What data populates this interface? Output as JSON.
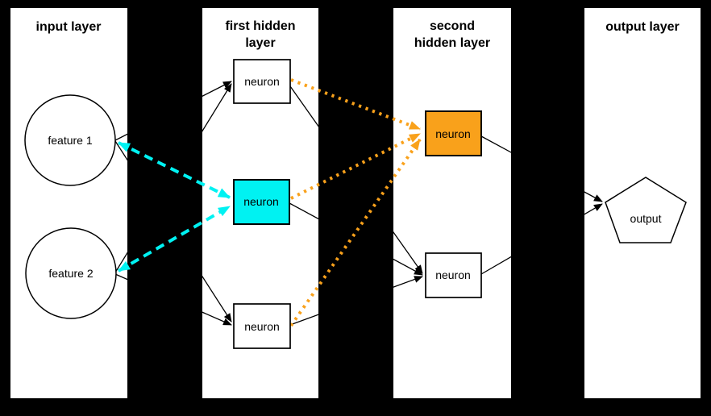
{
  "diagram_type": "neural-network-architecture",
  "colors": {
    "background": "#000000",
    "panel": "#FFFFFF",
    "edge": "#000000",
    "node_border": "#000000",
    "highlight_cyan": "#00F2F2",
    "highlight_orange": "#F9A11B"
  },
  "layers": [
    {
      "id": "input",
      "title_lines": [
        "input layer"
      ]
    },
    {
      "id": "first-hidden",
      "title_lines": [
        "first hidden",
        "layer"
      ]
    },
    {
      "id": "second-hidden",
      "title_lines": [
        "second",
        "hidden layer"
      ]
    },
    {
      "id": "output",
      "title_lines": [
        "output layer"
      ]
    }
  ],
  "nodes": {
    "feature1": {
      "label": "feature 1",
      "shape": "circle",
      "layer": "input"
    },
    "feature2": {
      "label": "feature 2",
      "shape": "circle",
      "layer": "input"
    },
    "hidden1_top": {
      "label": "neuron",
      "shape": "rect",
      "layer": "first-hidden"
    },
    "hidden1_selected": {
      "label": "neuron",
      "shape": "rect",
      "layer": "first-hidden",
      "fill": "#00F2F2"
    },
    "hidden1_bottom": {
      "label": "neuron",
      "shape": "rect",
      "layer": "first-hidden"
    },
    "hidden2_selected": {
      "label": "neuron",
      "shape": "rect",
      "layer": "second-hidden",
      "fill": "#F9A11B"
    },
    "hidden2_bottom": {
      "label": "neuron",
      "shape": "rect",
      "layer": "second-hidden"
    },
    "output": {
      "label": "output",
      "shape": "pentagon",
      "layer": "output"
    }
  },
  "connections": [
    {
      "from": "feature1",
      "to": "hidden1_top",
      "style": "plain-black-arrow"
    },
    {
      "from": "feature2",
      "to": "hidden1_top",
      "style": "plain-black-arrow"
    },
    {
      "from": "feature1",
      "to": "hidden1_bottom",
      "style": "plain-black-arrow"
    },
    {
      "from": "feature2",
      "to": "hidden1_bottom",
      "style": "plain-black-arrow"
    },
    {
      "from": "feature1",
      "to": "hidden1_selected",
      "style": "cyan-dashed-double-arrow"
    },
    {
      "from": "feature2",
      "to": "hidden1_selected",
      "style": "cyan-dashed-double-arrow"
    },
    {
      "from": "hidden1_top",
      "to": "hidden2_selected",
      "style": "orange-dotted-arrow"
    },
    {
      "from": "hidden1_selected",
      "to": "hidden2_selected",
      "style": "orange-dotted-arrow"
    },
    {
      "from": "hidden1_bottom",
      "to": "hidden2_selected",
      "style": "orange-dotted-arrow"
    },
    {
      "from": "hidden1_top",
      "to": "hidden2_bottom",
      "style": "plain-black-arrow"
    },
    {
      "from": "hidden1_selected",
      "to": "hidden2_bottom",
      "style": "plain-black-arrow"
    },
    {
      "from": "hidden1_bottom",
      "to": "hidden2_bottom",
      "style": "plain-black-arrow"
    },
    {
      "from": "hidden2_selected",
      "to": "output",
      "style": "plain-black-arrow"
    },
    {
      "from": "hidden2_bottom",
      "to": "output",
      "style": "plain-black-arrow"
    }
  ]
}
